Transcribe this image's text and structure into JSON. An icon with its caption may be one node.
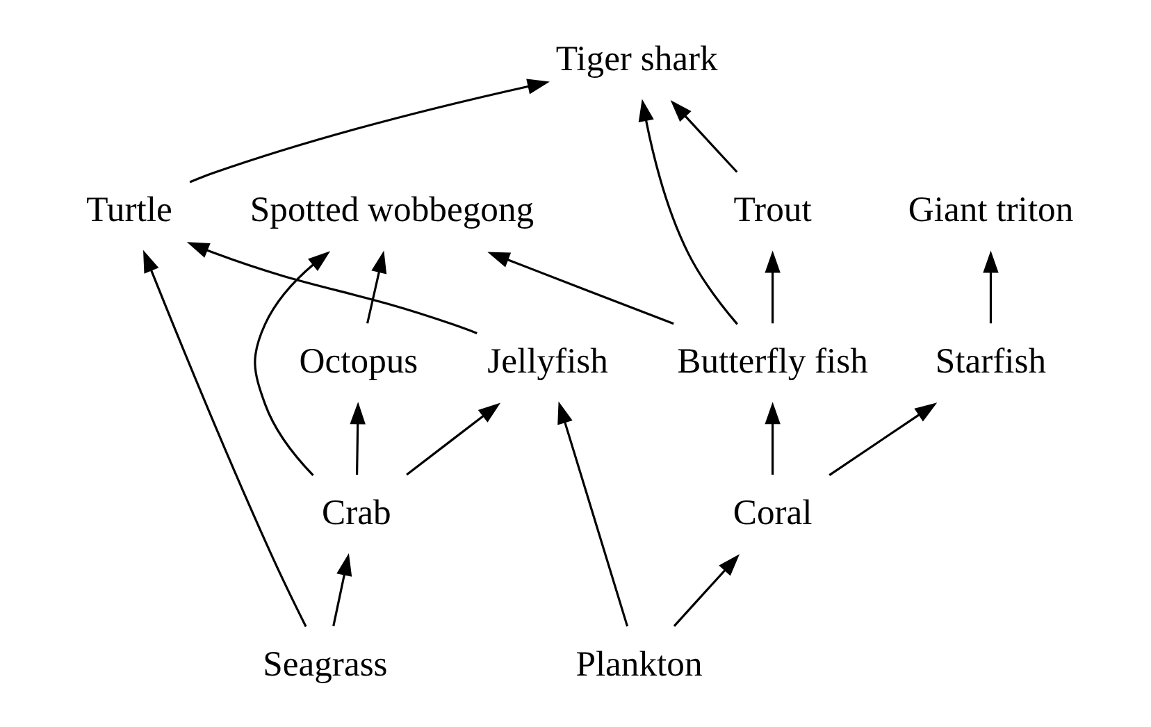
{
  "diagram": {
    "nodes": [
      {
        "text": [
          "Tiger shark"
        ]
      },
      {
        "text": [
          "Spotted wobbegong"
        ]
      },
      {
        "text": [
          "Trout"
        ]
      },
      {
        "text": [
          "Giant triton"
        ]
      },
      {
        "text": [
          "Octopus"
        ]
      },
      {
        "text": [
          "Turtle"
        ]
      },
      {
        "text": [
          "Jellyfish"
        ]
      },
      {
        "text": [
          "Butterfly fish"
        ]
      },
      {
        "text": [
          "Starfish"
        ]
      },
      {
        "text": [
          "Crab"
        ]
      },
      {
        "text": [
          "Coral"
        ]
      },
      {
        "text": [
          "Seagrass"
        ]
      },
      {
        "text": [
          "Plankton"
        ]
      }
    ],
    "edges": [
      {
        "from": 2,
        "to": 0,
        "arrow": "to"
      },
      {
        "from": 7,
        "to": 0,
        "arrow": "to"
      },
      {
        "from": 5,
        "to": 0,
        "arrow": "to"
      },
      {
        "from": 4,
        "to": 1,
        "arrow": "to"
      },
      {
        "from": 9,
        "to": 1,
        "arrow": "to"
      },
      {
        "from": 7,
        "to": 1,
        "arrow": "to"
      },
      {
        "from": 7,
        "to": 2,
        "arrow": "to"
      },
      {
        "from": 8,
        "to": 3,
        "arrow": "to"
      },
      {
        "from": 6,
        "to": 5,
        "arrow": "to"
      },
      {
        "from": 9,
        "to": 4,
        "arrow": "to"
      },
      {
        "from": 9,
        "to": 6,
        "arrow": "to"
      },
      {
        "from": 10,
        "to": 7,
        "arrow": "to"
      },
      {
        "from": 10,
        "to": 8,
        "arrow": "to"
      },
      {
        "from": 11,
        "to": 9,
        "arrow": "to"
      },
      {
        "from": 11,
        "to": 5,
        "arrow": "to"
      },
      {
        "from": 12,
        "to": 6,
        "arrow": "to"
      },
      {
        "from": 12,
        "to": 10,
        "arrow": "to"
      }
    ]
  }
}
